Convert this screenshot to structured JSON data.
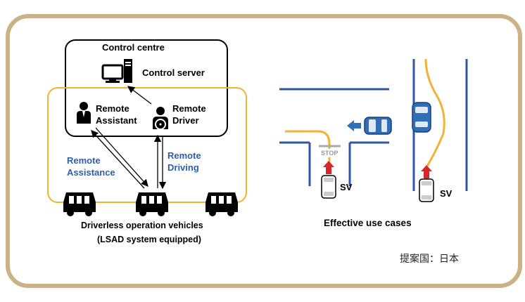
{
  "control_centre": {
    "title": "Control centre",
    "server_label": "Control server",
    "remote_assistant": "Remote\nAssistant",
    "remote_driver": "Remote\nDriver"
  },
  "links": {
    "remote_assistance": "Remote\nAssistance",
    "remote_driving": "Remote\nDriving"
  },
  "vehicles": {
    "caption_line1": "Driverless operation vehicles",
    "caption_line2": "(LSAD system equipped)"
  },
  "use_cases": {
    "stop_sign": "STOP",
    "sv_left": "SV",
    "sv_right": "SV",
    "caption": "Effective use cases"
  },
  "proposer": "提案国：日本",
  "colors": {
    "frame": "#c9b283",
    "remote_area": "#f2b233",
    "road": "#2f55a4",
    "center_line": "#f2b233",
    "link_text": "#2e5ea8",
    "arrow_red": "#d9262b",
    "arrow_blue": "#2f6fb8"
  }
}
